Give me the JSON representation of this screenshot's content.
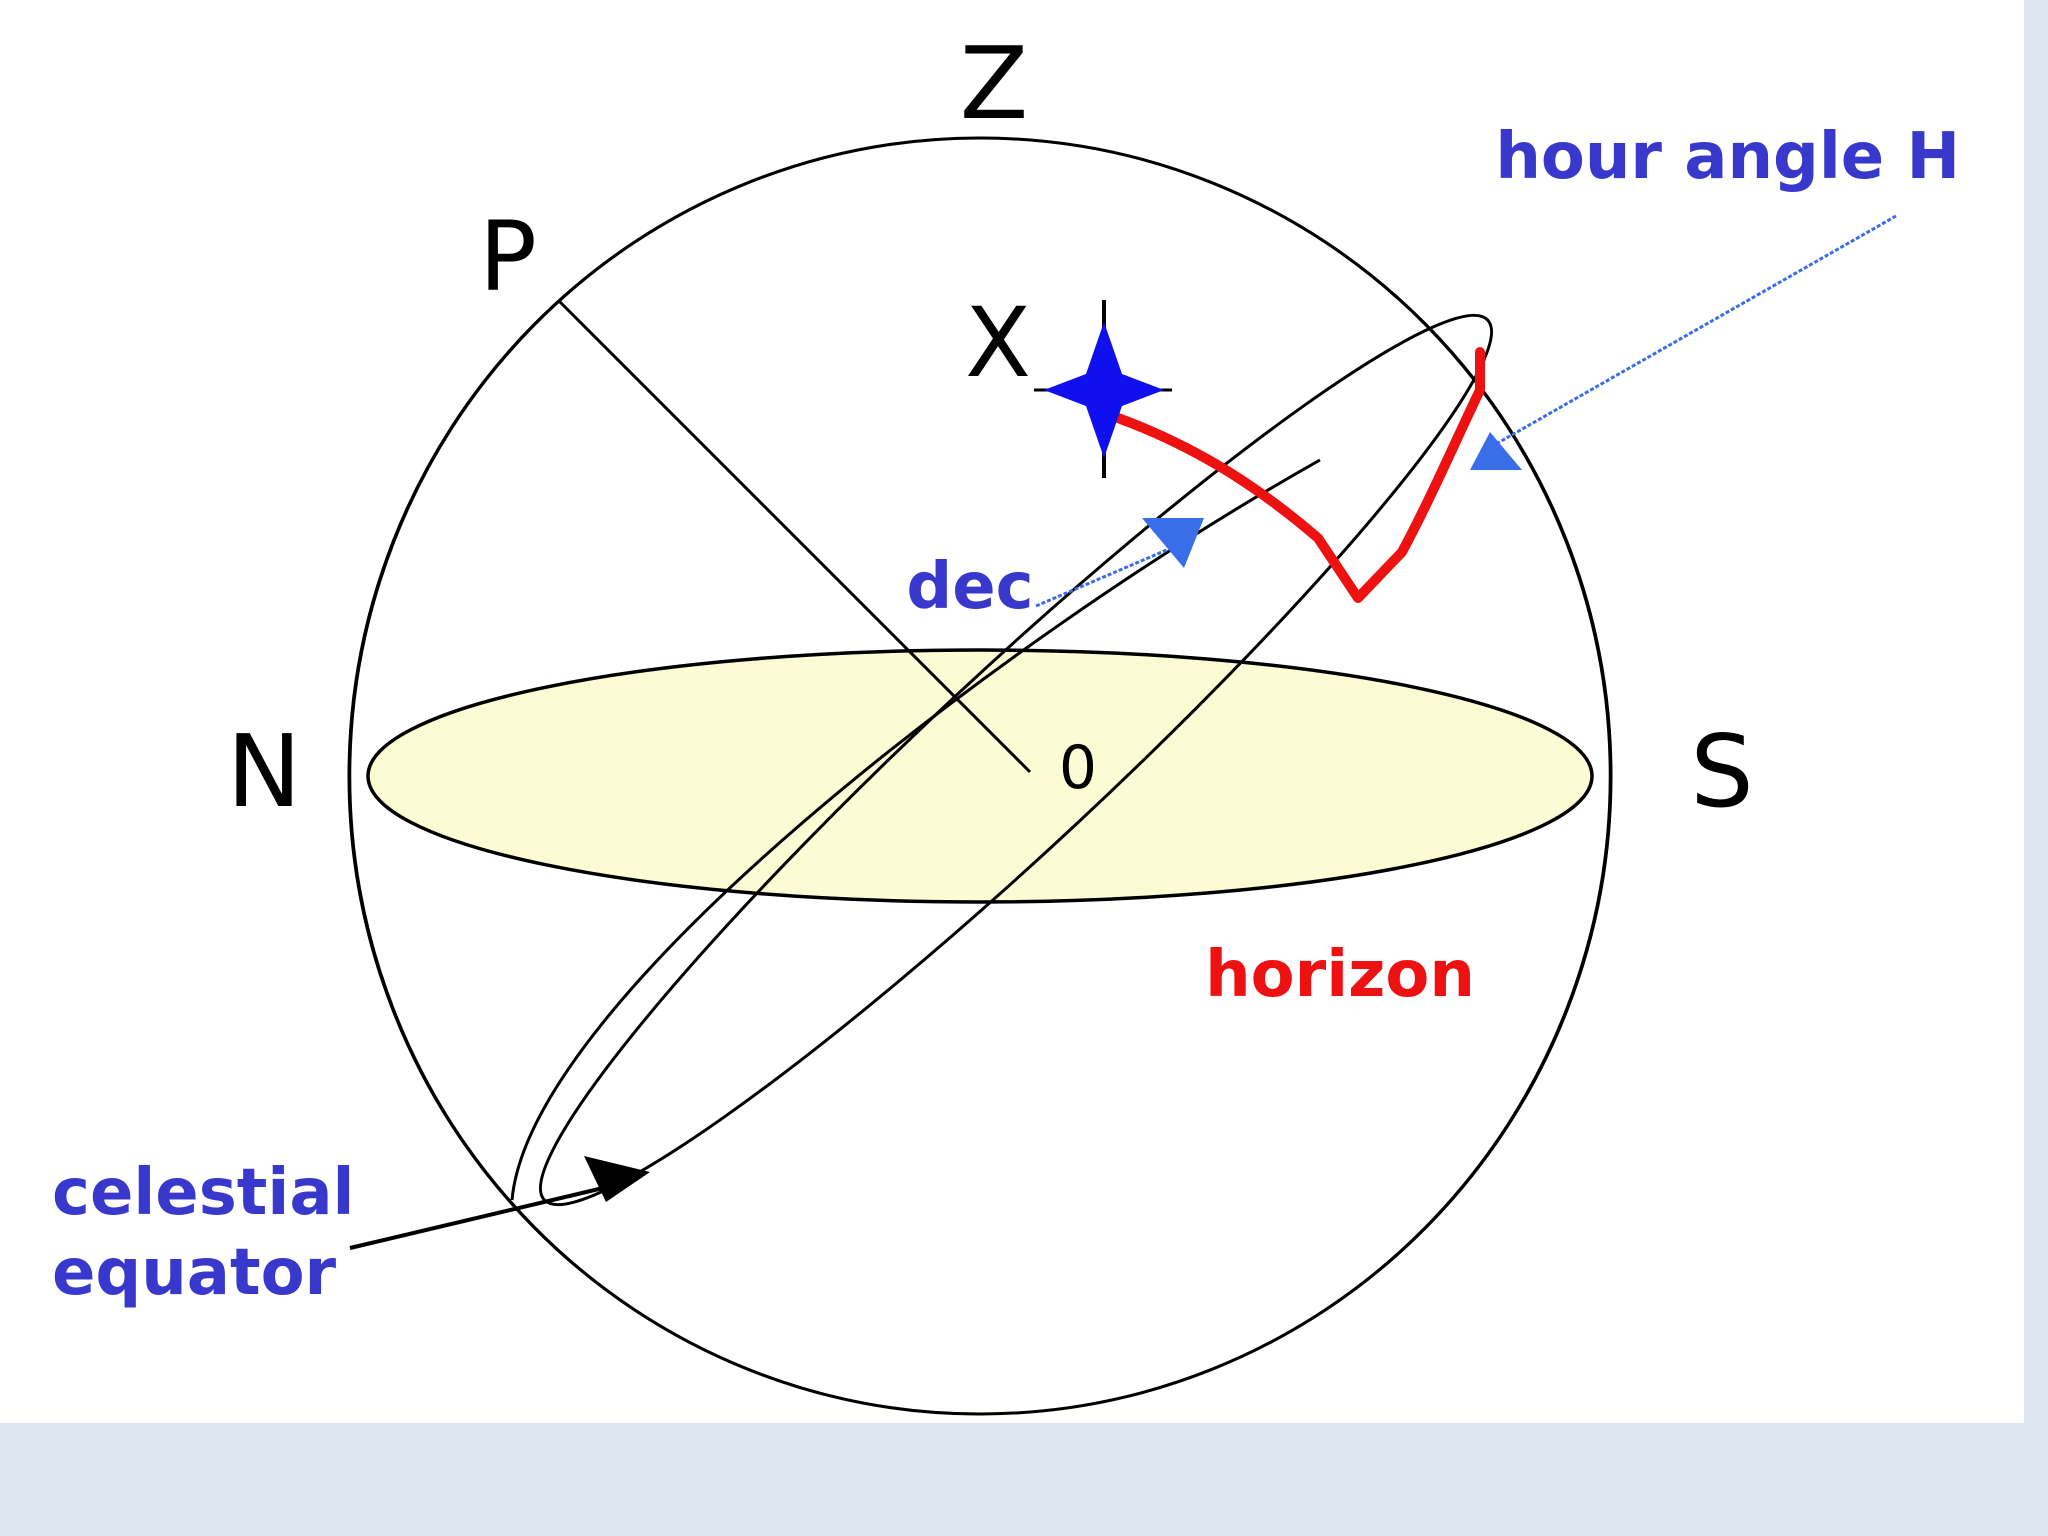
{
  "diagram": {
    "labels": {
      "zenith": "Z",
      "pole": "P",
      "star": "X",
      "north": "N",
      "south": "S",
      "observer": "0",
      "hour_angle": "hour angle H",
      "dec": "dec",
      "horizon": "horizon",
      "celestial_line1": "celestial",
      "celestial_line2": "equator"
    },
    "colors": {
      "page_background": "#dde5f1",
      "panel_background": "#ffffff",
      "horizon_fill": "#fbfbd4",
      "line": "#000000",
      "annotation_blue": "#3838cc",
      "arrow_blue": "#3a6ee8",
      "star_blue": "#1010ee",
      "highlight_red": "#ee1111"
    }
  }
}
